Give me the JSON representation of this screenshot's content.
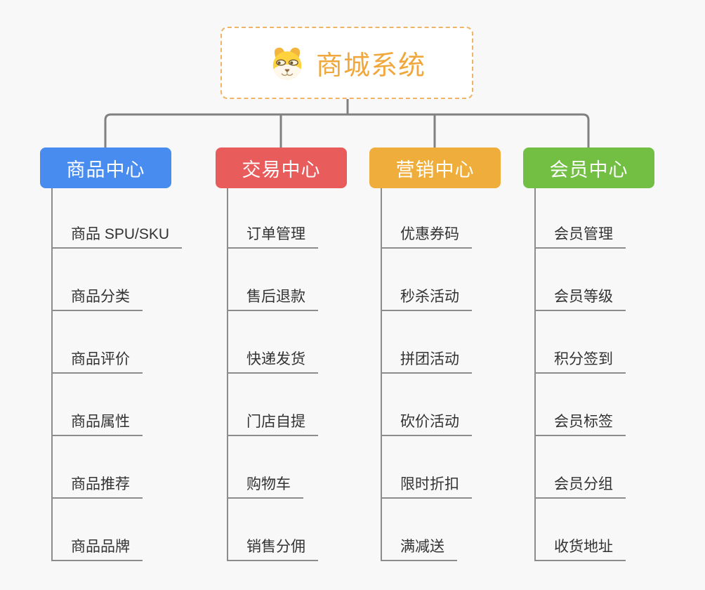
{
  "page": {
    "background": "#F8F8F8",
    "connector_color": "#808080",
    "line_color": "#8C8C8C"
  },
  "root": {
    "title": "商城系统",
    "icon": "dog-face-icon",
    "text_color": "#F0A73C",
    "border_color": "#F0B467"
  },
  "branches": [
    {
      "label": "商品中心",
      "color": "#488CEF",
      "items": [
        "商品 SPU/SKU",
        "商品分类",
        "商品评价",
        "商品属性",
        "商品推荐",
        "商品品牌"
      ]
    },
    {
      "label": "交易中心",
      "color": "#E85C5C",
      "items": [
        "订单管理",
        "售后退款",
        "快递发货",
        "门店自提",
        "购物车",
        "销售分佣"
      ]
    },
    {
      "label": "营销中心",
      "color": "#EFAE3C",
      "items": [
        "优惠券码",
        "秒杀活动",
        "拼团活动",
        "砍价活动",
        "限时折扣",
        "满减送"
      ]
    },
    {
      "label": "会员中心",
      "color": "#72BF44",
      "items": [
        "会员管理",
        "会员等级",
        "积分签到",
        "会员标签",
        "会员分组",
        "收货地址"
      ]
    }
  ]
}
